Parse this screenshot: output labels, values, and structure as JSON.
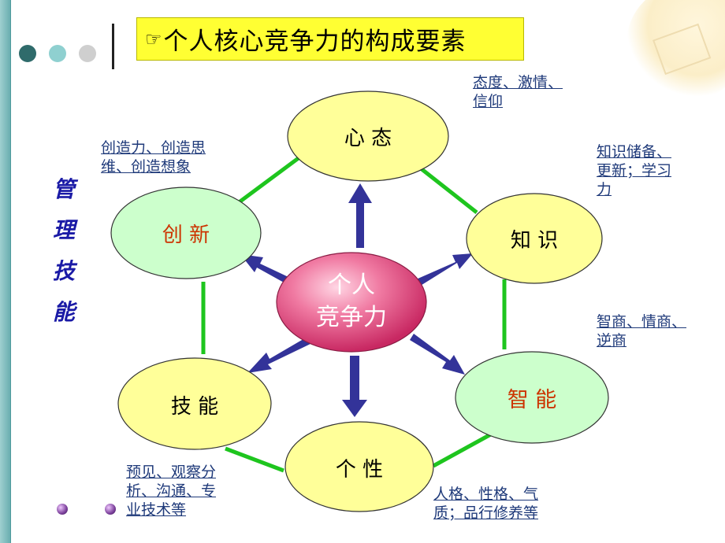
{
  "title": {
    "icon": "hand-pointing-icon",
    "text": "个人核心竞争力的构成要素"
  },
  "side_title": [
    "管",
    "理",
    "技",
    "能"
  ],
  "center": {
    "line1": "个人",
    "line2": "竞争力"
  },
  "nodes": {
    "xintai": "心 态",
    "zhishi": "知 识",
    "zhineng": "智 能",
    "gexing": "个 性",
    "jineng": "技 能",
    "chuangxin": "创 新"
  },
  "notes": {
    "xintai": [
      "态度、激情、",
      "信仰"
    ],
    "zhishi": [
      "知识储备、",
      "更新；学习",
      "力"
    ],
    "zhineng": [
      "智商、情商、",
      "逆商"
    ],
    "gexing": [
      "人格、性格、气",
      "质；品行修养等"
    ],
    "jineng": [
      "预见、观察分",
      "析、沟通、专",
      "业技术等"
    ],
    "chuangxin": [
      "创造力、创造思",
      "维、创造想象"
    ]
  },
  "colors": {
    "yellow_node": "#ffff99",
    "green_node": "#ccffcc",
    "center_node": "#e0457b",
    "connector": "#1ec51e",
    "arrow": "#333399",
    "red_text": "#cc3300",
    "title_bg": "#ffff33"
  }
}
